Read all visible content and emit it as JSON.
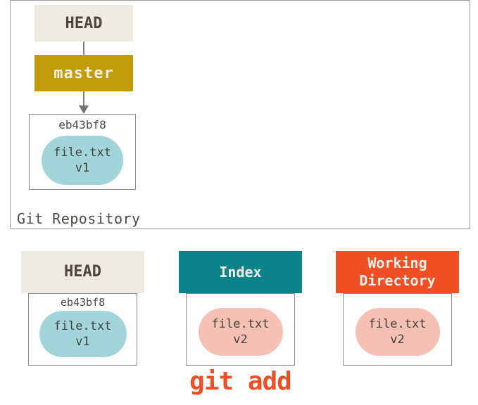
{
  "colors": {
    "beige": "#ECEAE1",
    "gold": "#C19C0A",
    "teal": "#0D848A",
    "orange": "#F04E23",
    "blue-pill": "#A2D5DA",
    "pink-pill": "#F7C0B4",
    "dark-text": "#4A453E",
    "mono-text": "#4D4945",
    "border-gray": "#8B8B89",
    "repo-border": "#9C9A96",
    "arrow-gray": "#75726E",
    "light-text": "#F2EFE4"
  },
  "repository": {
    "label": "Git Repository",
    "head": "HEAD",
    "branch": "master",
    "commit": {
      "hash": "eb43bf8",
      "file": "file.txt",
      "version": "v1"
    }
  },
  "workspace": {
    "boxes": [
      {
        "title": "HEAD",
        "hash": "eb43bf8",
        "file": "file.txt",
        "version": "v1"
      },
      {
        "title": "Index",
        "file": "file.txt",
        "version": "v2"
      },
      {
        "title": "Working Directory",
        "file": "file.txt",
        "version": "v2"
      }
    ],
    "command": "git add"
  }
}
